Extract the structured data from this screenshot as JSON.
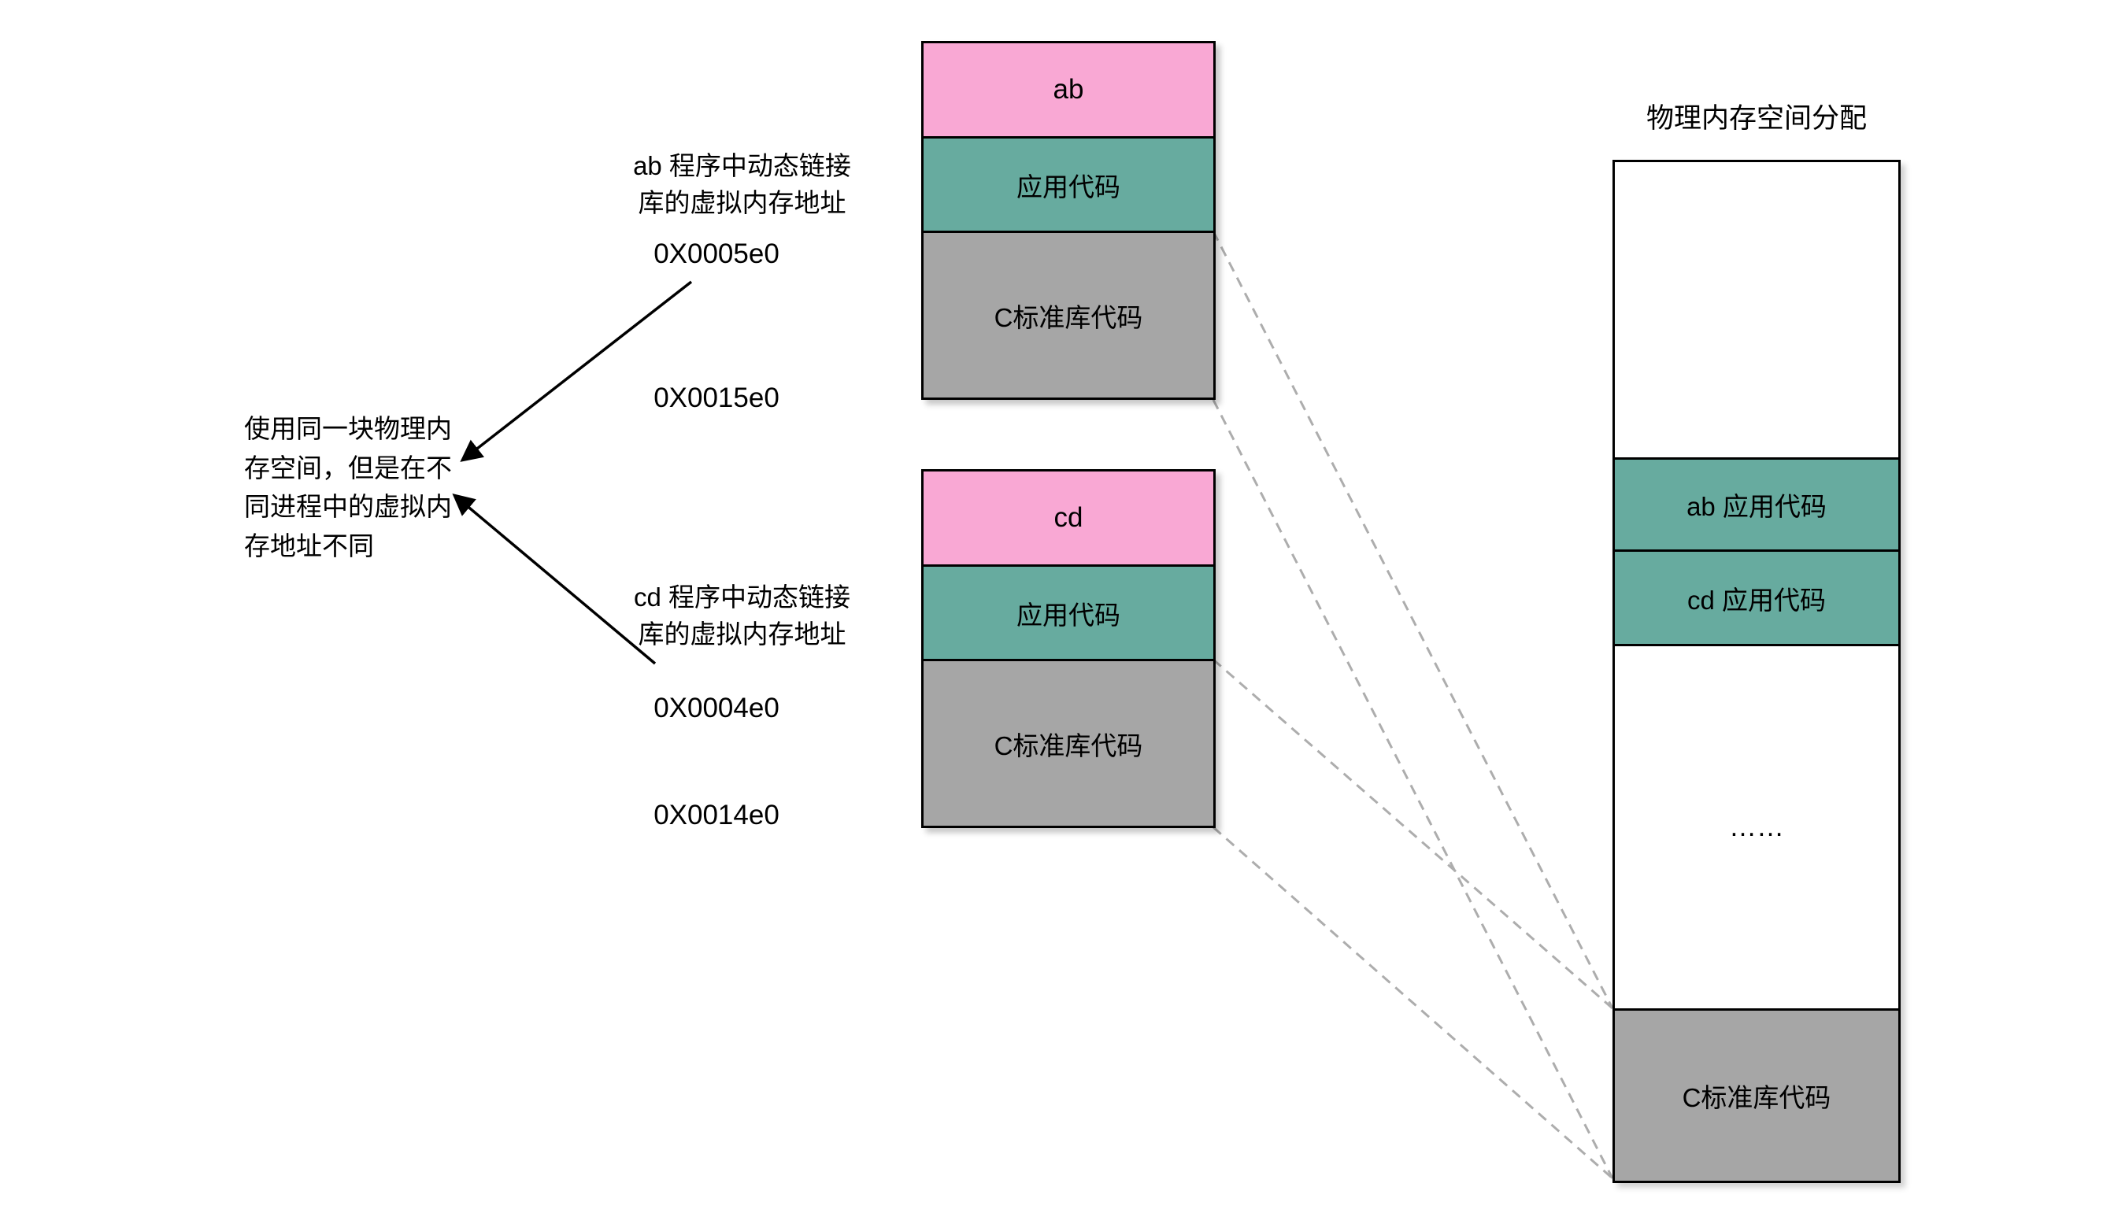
{
  "left": {
    "ab_label": "ab 程序中动态链接\n库的虚拟内存地址",
    "addr_ab_lib_start": "0X0005e0",
    "addr_ab_lib_end": "0X0015e0",
    "note": "使用同一块物理内\n存空间，但是在不\n同进程中的虚拟内\n存地址不同",
    "cd_label": "cd 程序中动态链接\n库的虚拟内存地址",
    "addr_cd_lib_start": "0X0004e0",
    "addr_cd_lib_end": "0X0014e0"
  },
  "process_ab": {
    "name": "ab",
    "app_code": "应用代码",
    "libc": "C标准库代码"
  },
  "process_cd": {
    "name": "cd",
    "app_code": "应用代码",
    "libc": "C标准库代码"
  },
  "physical": {
    "title": "物理内存空间分配",
    "ab_app": "ab 应用代码",
    "cd_app": "cd 应用代码",
    "ellipsis": "……",
    "libc": "C标准库代码"
  },
  "colors": {
    "pink": "#f9a8d4",
    "teal": "#67ab9f",
    "gray": "#a6a6a6",
    "border": "#000000",
    "dashed_connector": "#adadad"
  }
}
